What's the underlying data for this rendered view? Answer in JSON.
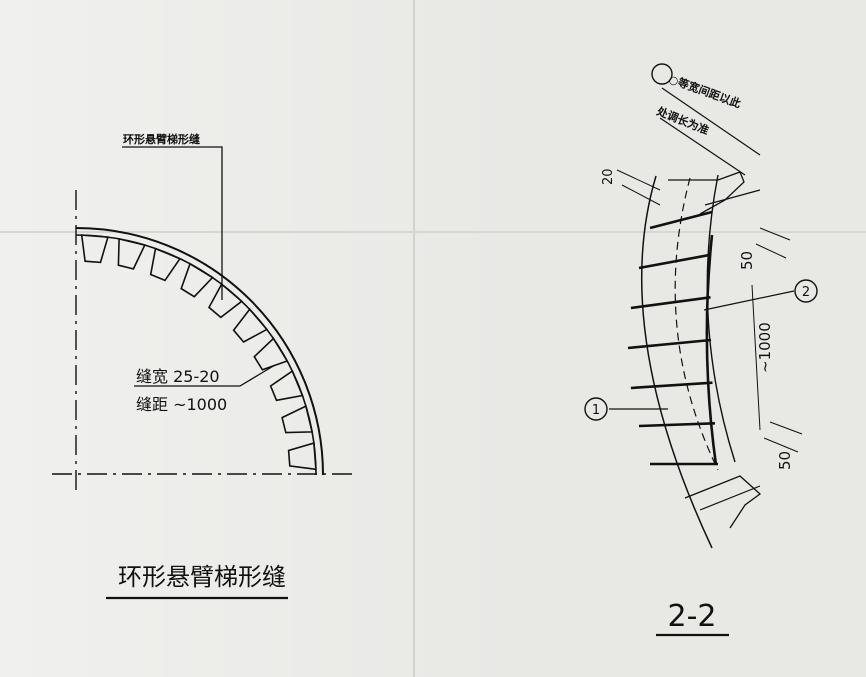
{
  "left": {
    "leader_label": "环形悬臂梯形缝",
    "width_label": "缝宽 25-20",
    "spacing_label": "缝距 ~1000",
    "title": "环形悬臂梯形缝"
  },
  "right": {
    "note_line1": "○等宽间距以此",
    "note_line2": "处调长为准",
    "dim_top": "20",
    "dim_mid": "50",
    "dim_bottom": "50",
    "dim_length": "~1000",
    "callout_1": "1",
    "callout_2": "2",
    "title": "2-2"
  }
}
